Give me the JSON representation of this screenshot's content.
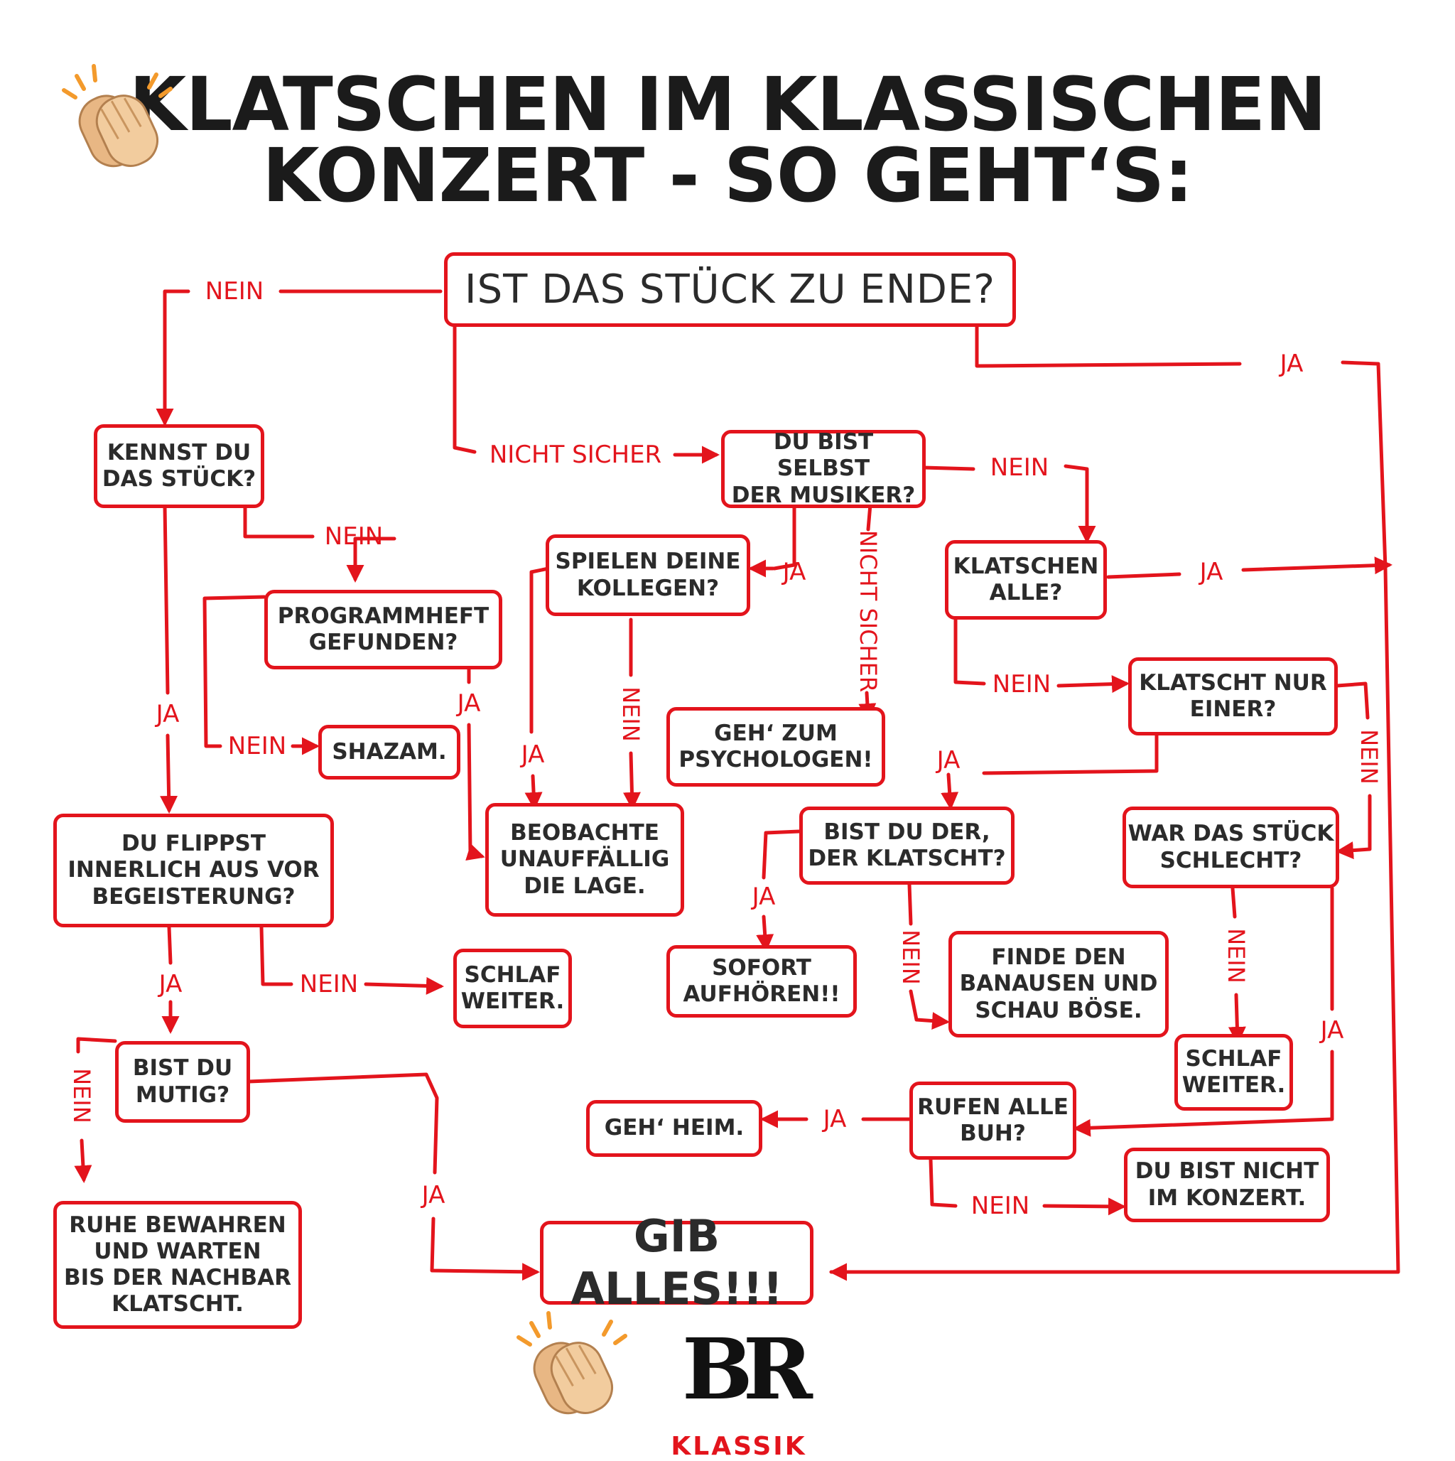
{
  "title_line1": "KLATSCHEN IM KLASSISCHEN",
  "title_line2": "KONZERT - SO GEHT‘S:",
  "colors": {
    "accent": "#e3141c",
    "text": "#2b2b2b",
    "title": "#1b1b1b",
    "clap": "#f0c89a"
  },
  "icons": [
    "clapping-hands-icon",
    "clapping-hands-icon"
  ],
  "nodes": {
    "start": "IST DAS STÜCK ZU ENDE?",
    "kennst": "KENNST DU\nDAS STÜCK?",
    "programm": "PROGRAMMHEFT\nGEFUNDEN?",
    "shazam": "SHAZAM.",
    "flippst": "DU FLIPPST\nINNERLICH AUS VOR\nBEGEISTERUNG?",
    "schlaf1": "SCHLAF\nWEITER.",
    "mutig": "BIST DU\nMUTIG?",
    "ruhe": "RUHE BEWAHREN\nUND WARTEN\nBIS DER NACHBAR\nKLATSCHT.",
    "gib": "GIB ALLES!!!",
    "musiker": "DU BIST SELBST\nDER MUSIKER?",
    "kollegen": "SPIELEN DEINE\nKOLLEGEN?",
    "psychologen": "GEH‘ ZUM\nPSYCHOLOGEN!",
    "beobachte": "BEOBACHTE\nUNAUFFÄLLIG\nDIE LAGE.",
    "klatschen_alle": "KLATSCHEN\nALLE?",
    "nur_einer": "KLATSCHT NUR\nEINER?",
    "bist_der": "BIST DU DER,\nDER KLATSCHT?",
    "aufhoeren": "SOFORT\nAUFHÖREN!!",
    "banausen": "FINDE DEN\nBANAUSEN UND\nSCHAU BÖSE.",
    "schlecht": "WAR DAS STÜCK\nSCHLECHT?",
    "schlaf2": "SCHLAF\nWEITER.",
    "buh": "RUFEN ALLE\nBUH?",
    "heim": "GEH‘ HEIM.",
    "nicht_konzert": "DU BIST NICHT\nIM KONZERT."
  },
  "labels": {
    "ja": "JA",
    "nein": "NEIN",
    "nicht_sicher": "NICHT SICHER"
  },
  "brand": {
    "logo": "BR",
    "sub": "KLASSIK"
  }
}
